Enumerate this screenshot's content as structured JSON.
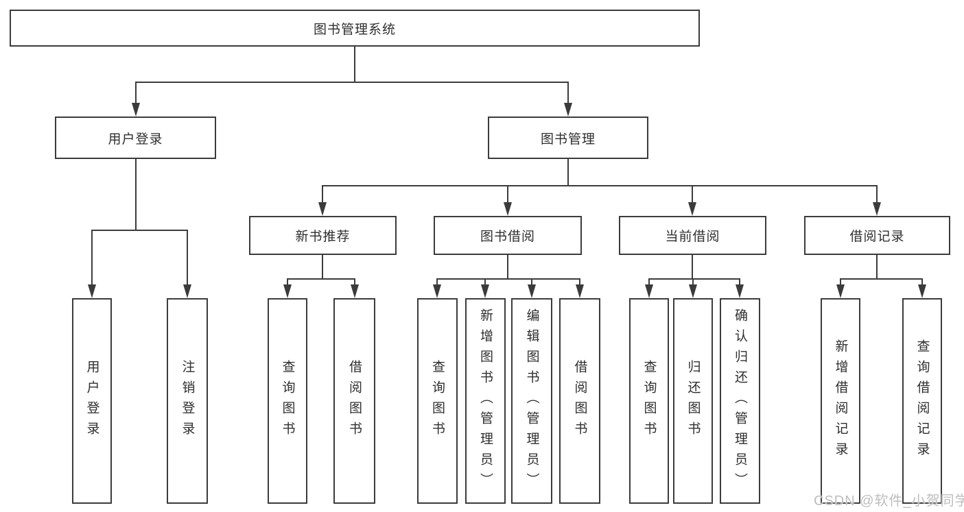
{
  "tree": {
    "root": {
      "label": "图书管理系统"
    },
    "branches": [
      {
        "label": "用户登录",
        "children": [
          {
            "label": "用户登录"
          },
          {
            "label": "注销登录"
          }
        ]
      },
      {
        "label": "图书管理",
        "children": [
          {
            "label": "新书推荐",
            "children": [
              {
                "label": "查询图书"
              },
              {
                "label": "借阅图书"
              }
            ]
          },
          {
            "label": "图书借阅",
            "children": [
              {
                "label": "查询图书"
              },
              {
                "label": "新增图书（管理员）"
              },
              {
                "label": "编辑图书（管理员）"
              },
              {
                "label": "借阅图书"
              }
            ]
          },
          {
            "label": "当前借阅",
            "children": [
              {
                "label": "查询图书"
              },
              {
                "label": "归还图书"
              },
              {
                "label": "确认归还（管理员）"
              }
            ]
          },
          {
            "label": "借阅记录",
            "children": [
              {
                "label": "新增借阅记录"
              },
              {
                "label": "查询借阅记录"
              }
            ]
          }
        ]
      }
    ]
  },
  "watermark": {
    "text": "CSDN @软件_小贺同学"
  },
  "colors": {
    "line": "#3b3b3b",
    "border": "#3b3b3b",
    "text": "#2e2e2e",
    "watermark": "#bdbdbd",
    "background": "#ffffff"
  }
}
